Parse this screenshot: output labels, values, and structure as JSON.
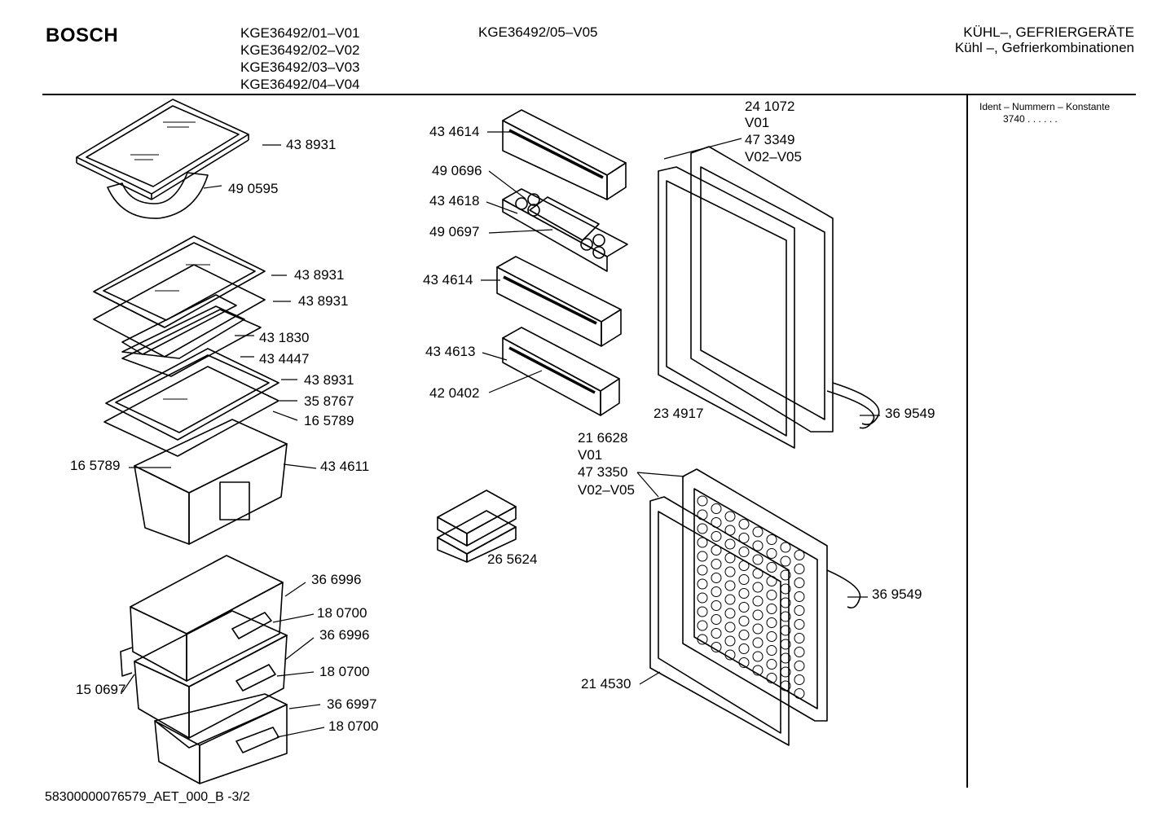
{
  "header": {
    "brand": "BOSCH",
    "models_left": [
      "KGE36492/01–V01",
      "KGE36492/02–V02",
      "KGE36492/03–V03",
      "KGE36492/04–V04"
    ],
    "model_mid": "KGE36492/05–V05",
    "category": [
      "KÜHL–, GEFRIERGERÄTE",
      "Kühl –, Gefrierkombinationen"
    ]
  },
  "sidebar": {
    "ident_label": "Ident – Nummern – Konstante",
    "ident_value": "3740  .  .    .  .  .  ."
  },
  "footer": {
    "doc_code": "58300000076579_AET_000_B    -3/2"
  },
  "part_labels": [
    "43 8931",
    "49 0595",
    "43 8931",
    "43 8931",
    "43 1830",
    "43 4447",
    "43 8931",
    "35 8767",
    "16 5789",
    "16 5789",
    "43 4611",
    "36 6996",
    "18 0700",
    "36 6996",
    "18 0700",
    "15 0697",
    "36 6997",
    "18 0700",
    "43 4614",
    "49 0696",
    "43 4618",
    "49 0697",
    "43 4614",
    "43 4613",
    "42 0402",
    "26 5624",
    "24 1072",
    "V01",
    "47 3349",
    "V02–V05",
    "23 4917",
    "36 9549",
    "21 6628",
    "V01",
    "47 3350",
    "V02–V05",
    "36 9549",
    "21 4530"
  ]
}
